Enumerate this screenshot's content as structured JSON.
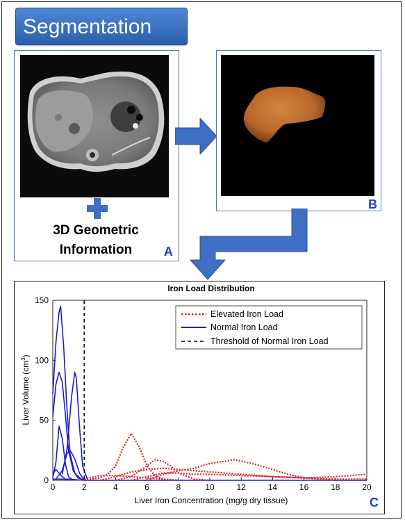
{
  "title": "Segmentation",
  "panel_a": {
    "caption_line1": "3D Geometric",
    "caption_line2": "Information",
    "letter": "A"
  },
  "panel_b": {
    "letter": "B"
  },
  "panel_c": {
    "letter": "C"
  },
  "chart_data": {
    "type": "line",
    "title": "Iron Load Distribution",
    "xlabel": "Liver Iron Concentration (mg/g dry tissue)",
    "ylabel": "Liver Volume (cm",
    "ylabel_sup": "3",
    "ylabel_end": ")",
    "xlim": [
      0,
      20
    ],
    "ylim": [
      0,
      150
    ],
    "xticks": [
      0,
      2,
      4,
      6,
      8,
      10,
      12,
      14,
      16,
      18,
      20
    ],
    "yticks": [
      0,
      50,
      100,
      150
    ],
    "grid": false,
    "legend_position": "top-right",
    "legend": [
      "Elevated Iron Load",
      "Normal Iron Load",
      "Threshold of Normal Iron Load"
    ],
    "threshold_x": 2,
    "series": [
      {
        "group": "Normal Iron Load",
        "color": "#1a1adb",
        "x": [
          0,
          0.2,
          0.4,
          0.5,
          0.7,
          0.9,
          1.1,
          1.4,
          1.8,
          2.2
        ],
        "y": [
          72,
          115,
          140,
          145,
          110,
          60,
          22,
          6,
          1,
          0
        ]
      },
      {
        "group": "Normal Iron Load",
        "color": "#1a1adb",
        "x": [
          0,
          0.2,
          0.4,
          0.6,
          0.8,
          1.0,
          1.3,
          1.6,
          2.0
        ],
        "y": [
          53,
          80,
          90,
          82,
          55,
          25,
          8,
          2,
          0
        ]
      },
      {
        "group": "Normal Iron Load",
        "color": "#1a1adb",
        "x": [
          0.6,
          0.9,
          1.2,
          1.4,
          1.5,
          1.7,
          1.9,
          2.2
        ],
        "y": [
          5,
          25,
          70,
          90,
          85,
          45,
          12,
          1
        ]
      },
      {
        "group": "Normal Iron Load",
        "color": "#1a1adb",
        "x": [
          0,
          0.2,
          0.4,
          0.6,
          0.8,
          1.0,
          1.3
        ],
        "y": [
          2,
          15,
          45,
          35,
          14,
          3,
          0
        ]
      },
      {
        "group": "Normal Iron Load",
        "color": "#1a1adb",
        "x": [
          0.2,
          0.6,
          0.9,
          1.1,
          1.4,
          1.7,
          2.0
        ],
        "y": [
          1,
          8,
          22,
          25,
          18,
          6,
          0
        ]
      },
      {
        "group": "Normal Iron Load",
        "color": "#1a1adb",
        "x": [
          0,
          0.2,
          0.4,
          0.6,
          0.8,
          1.0
        ],
        "y": [
          5,
          9,
          6,
          3,
          1,
          0
        ]
      },
      {
        "group": "Normal Iron Load",
        "color": "#1a1adb",
        "x": [
          0,
          1,
          2,
          3,
          5,
          8,
          12,
          16,
          20
        ],
        "y": [
          1,
          1,
          0,
          0,
          0,
          0,
          0,
          0,
          0
        ]
      },
      {
        "group": "Elevated Iron Load",
        "color": "#e02020",
        "x": [
          2,
          3,
          3.5,
          4,
          4.5,
          5,
          5.5,
          6,
          6.5,
          7,
          8
        ],
        "y": [
          0,
          2,
          5,
          12,
          28,
          39,
          28,
          12,
          4,
          1,
          0
        ]
      },
      {
        "group": "Elevated Iron Load",
        "color": "#e02020",
        "x": [
          4,
          5,
          6,
          6.5,
          7,
          7.5,
          8,
          9,
          10
        ],
        "y": [
          0,
          3,
          12,
          17,
          16,
          12,
          6,
          1,
          0
        ]
      },
      {
        "group": "Elevated Iron Load",
        "color": "#e02020",
        "x": [
          6,
          7,
          8,
          9,
          10,
          11,
          11.5,
          12,
          13,
          14,
          15,
          16,
          18
        ],
        "y": [
          0,
          5,
          8,
          10,
          14,
          16,
          17,
          16,
          13,
          9,
          5,
          2,
          0
        ]
      },
      {
        "group": "Elevated Iron Load",
        "color": "#e02020",
        "x": [
          3,
          4,
          5,
          6,
          7,
          8,
          9,
          10,
          11,
          12,
          13,
          14,
          16,
          18,
          20
        ],
        "y": [
          0,
          3,
          7,
          9,
          10,
          9,
          8,
          7,
          6,
          5,
          4,
          3,
          2,
          1,
          1
        ]
      },
      {
        "group": "Elevated Iron Load",
        "color": "#e02020",
        "x": [
          5,
          6,
          7,
          8,
          9,
          10,
          12,
          14,
          16,
          18,
          20
        ],
        "y": [
          0,
          3,
          6,
          6,
          5,
          5,
          4,
          3,
          2,
          3,
          5
        ]
      },
      {
        "group": "Elevated Iron Load",
        "color": "#e02020",
        "x": [
          2,
          3,
          4,
          5,
          6,
          7,
          8
        ],
        "y": [
          1,
          4,
          4,
          3,
          2,
          1,
          0
        ]
      }
    ]
  }
}
